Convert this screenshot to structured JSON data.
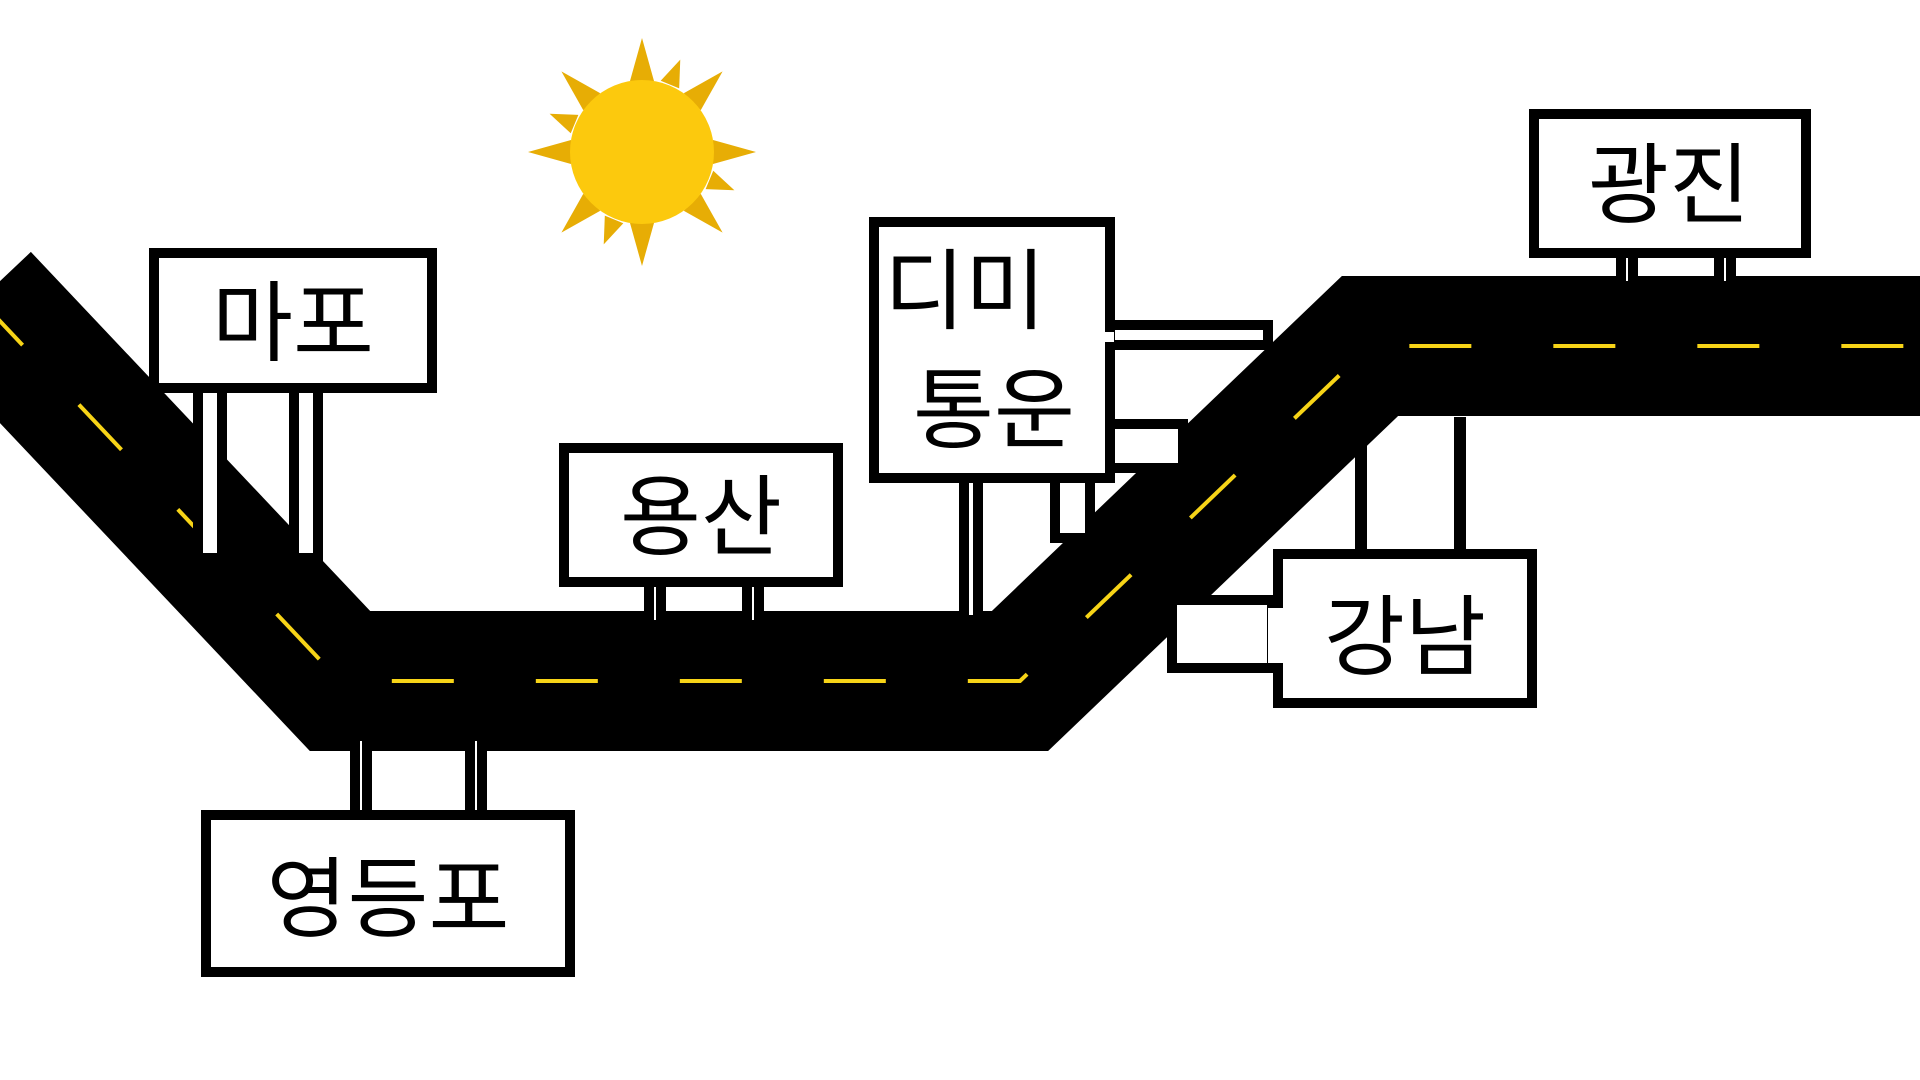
{
  "colors": {
    "road": "#000000",
    "lane_marking": "#f7d417",
    "sun": "#fcc90d",
    "sun_rays": "#e7ad05",
    "sign_border": "#000000",
    "sign_fill": "#ffffff",
    "background": "#ffffff"
  },
  "signs": {
    "mapo": "마포",
    "yeongdeungpo": "영등포",
    "yongsan": "용산",
    "dimi_line1": "디미",
    "dimi_line2": "통운",
    "gangnam": "강남",
    "gwangjin": "광진"
  },
  "icons": {
    "sun": "sun-icon"
  }
}
